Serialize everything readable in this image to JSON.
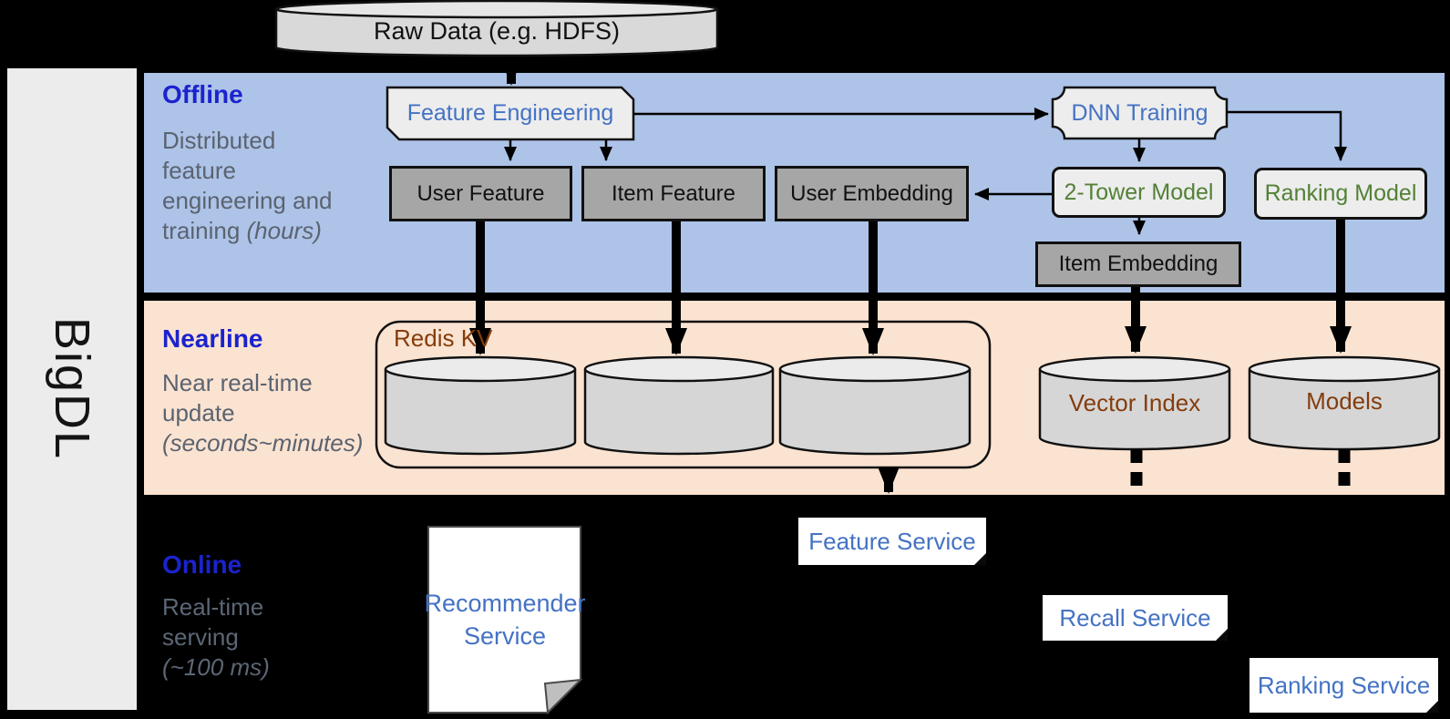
{
  "brand": "BigDL",
  "raw_data": {
    "label": "Raw Data (e.g. HDFS)"
  },
  "sections": {
    "offline": {
      "title": "Offline",
      "line1": "Distributed",
      "line2": "feature",
      "line3": "engineering and",
      "line4": "training",
      "note": "(hours)"
    },
    "nearline": {
      "title": "Nearline",
      "line1": "Near real-time",
      "line2": "update",
      "note": "(seconds~minutes)"
    },
    "online": {
      "title": "Online",
      "line1": "Real-time",
      "line2": "serving",
      "note": "(~100 ms)"
    }
  },
  "nodes": {
    "feature_engineering": "Feature Engineering",
    "dnn_training": "DNN Training",
    "user_feature": "User Feature",
    "item_feature": "Item Feature",
    "user_embedding": "User Embedding",
    "two_tower_model": "2-Tower Model",
    "ranking_model": "Ranking Model",
    "item_embedding": "Item Embedding",
    "redis_kv": "Redis KV",
    "vector_index": "Vector Index",
    "models": "Models"
  },
  "services": {
    "recommender": "Recommender Service",
    "feature": "Feature Service",
    "recall": "Recall Service",
    "ranking": "Ranking Service"
  },
  "colors": {
    "background": "#000000",
    "band_offline": "#AEC3E8",
    "band_nearline": "#FBE3D1",
    "brand_bar": "#ECECEC",
    "node_dark_gray": "#A6A6A6",
    "node_light_gray": "#EDEDED",
    "cylinder_gray": "#D6D6D6",
    "section_title_blue": "#1B23CE",
    "section_subtitle_gray": "#5A6370",
    "node_text_blue": "#4472C4",
    "node_text_green": "#538135",
    "node_text_brown": "#843C0C"
  }
}
